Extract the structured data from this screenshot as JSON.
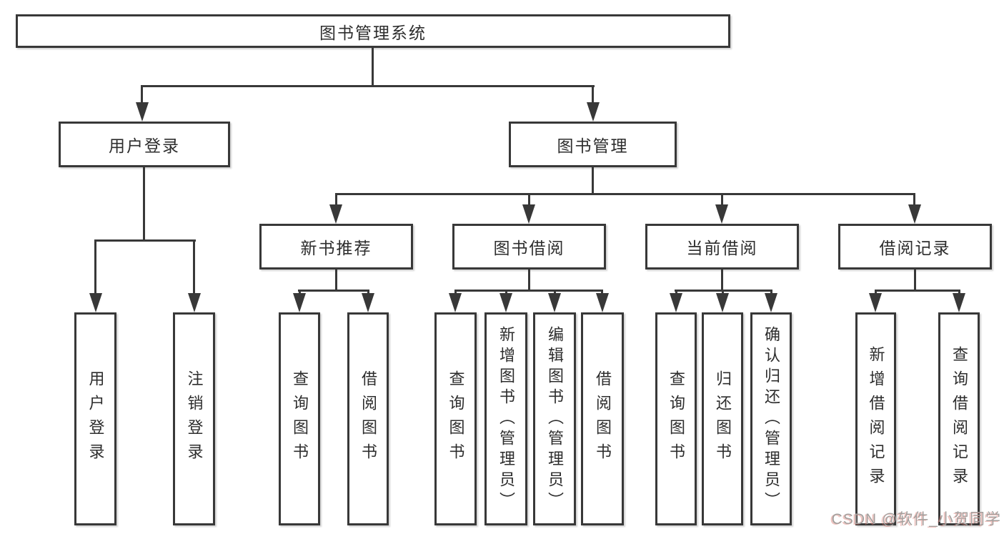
{
  "diagram": {
    "root": "图书管理系统",
    "branches": [
      {
        "label": "用户登录",
        "leaves": [
          "用户登录",
          "注销登录"
        ]
      },
      {
        "label": "图书管理",
        "groups": [
          {
            "label": "新书推荐",
            "leaves": [
              "查询图书",
              "借阅图书"
            ]
          },
          {
            "label": "图书借阅",
            "leaves": [
              "查询图书",
              "新增图书（管理员）",
              "编辑图书（管理员）",
              "借阅图书"
            ]
          },
          {
            "label": "当前借阅",
            "leaves": [
              "查询图书",
              "归还图书",
              "确认归还（管理员）"
            ]
          },
          {
            "label": "借阅记录",
            "leaves": [
              "新增借阅记录",
              "查询借阅记录"
            ]
          }
        ]
      }
    ]
  },
  "colors": {
    "line": "#383838",
    "text": "#2d2d2d",
    "watermark": "#a4a09e"
  },
  "watermark": "CSDN @软件_小贺同学"
}
